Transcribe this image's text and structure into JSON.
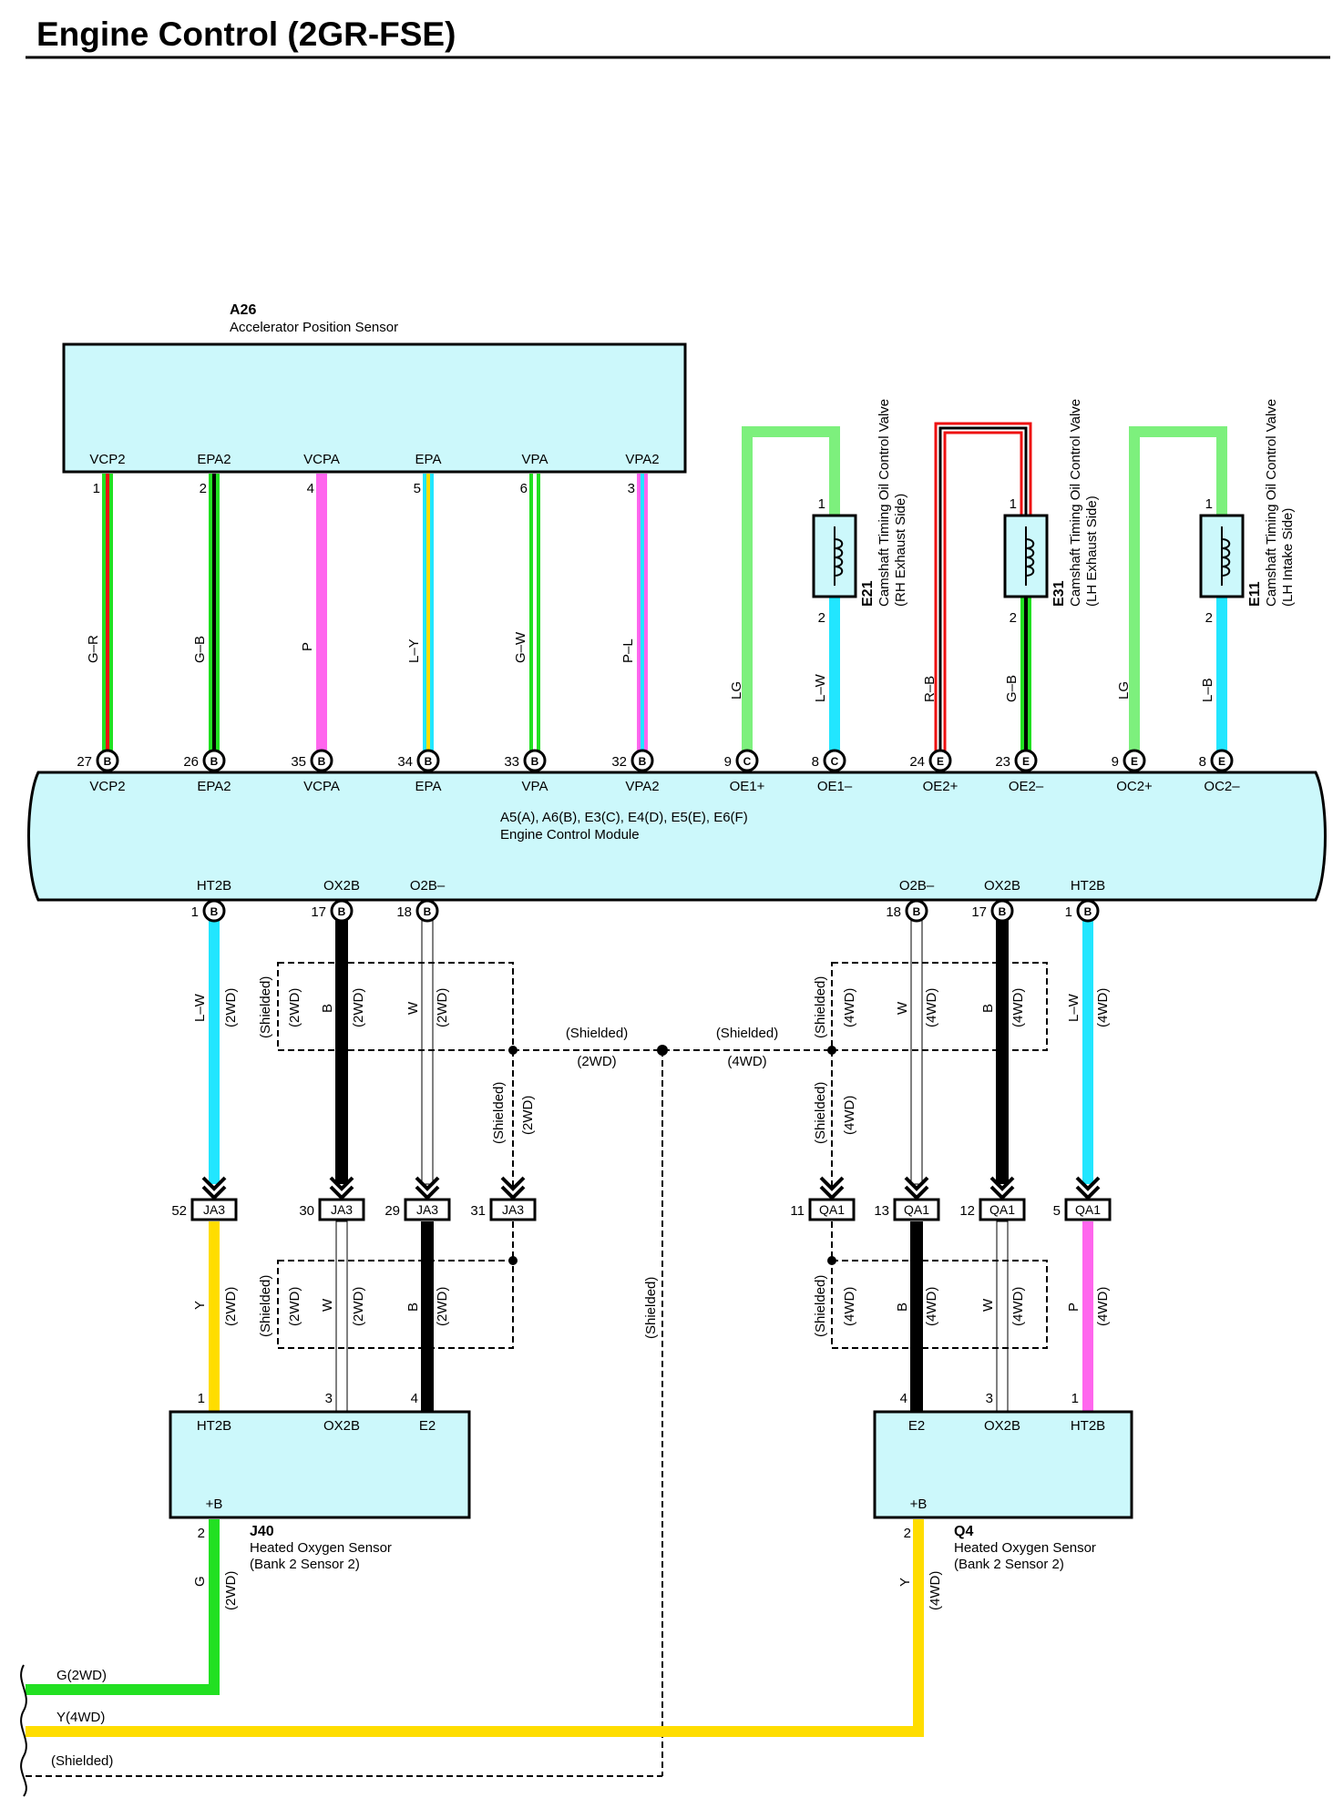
{
  "title": "Engine Control (2GR-FSE)",
  "colors": {
    "green": "#22e022",
    "lightgreen": "#7df07d",
    "red": "#ee1111",
    "black": "#000000",
    "pink": "#ff66ee",
    "cyan": "#22e6ff",
    "yellow": "#ffdd00",
    "box": "#ccf8fb"
  },
  "a26": {
    "code": "A26",
    "name": "Accelerator Position Sensor",
    "pins": [
      {
        "term": "VCP2",
        "no": "1"
      },
      {
        "term": "EPA2",
        "no": "2"
      },
      {
        "term": "VCPA",
        "no": "4"
      },
      {
        "term": "EPA",
        "no": "5"
      },
      {
        "term": "VPA",
        "no": "6"
      },
      {
        "term": "VPA2",
        "no": "3"
      }
    ]
  },
  "valves": [
    {
      "code": "E21",
      "name": "Camshaft Timing Oil Control Valve",
      "side": "(RH Exhaust Side)",
      "pin_top": "1",
      "pin_bottom": "2"
    },
    {
      "code": "E31",
      "name": "Camshaft Timing Oil Control Valve",
      "side": "(LH Exhaust Side)",
      "pin_top": "1",
      "pin_bottom": "2"
    },
    {
      "code": "E11",
      "name": "Camshaft Timing Oil Control Valve",
      "side": "(LH Intake Side)",
      "pin_top": "1",
      "pin_bottom": "2"
    }
  ],
  "top_wires": [
    {
      "color_code": "G–R",
      "pin": "27",
      "conn": "B",
      "term": "VCP2"
    },
    {
      "color_code": "G–B",
      "pin": "26",
      "conn": "B",
      "term": "EPA2"
    },
    {
      "color_code": "P",
      "pin": "35",
      "conn": "B",
      "term": "VCPA"
    },
    {
      "color_code": "L–Y",
      "pin": "34",
      "conn": "B",
      "term": "EPA"
    },
    {
      "color_code": "G–W",
      "pin": "33",
      "conn": "B",
      "term": "VPA"
    },
    {
      "color_code": "P–L",
      "pin": "32",
      "conn": "B",
      "term": "VPA2"
    },
    {
      "color_code": "LG",
      "pin": "9",
      "conn": "C",
      "term": "OE1+"
    },
    {
      "color_code": "L–W",
      "pin": "8",
      "conn": "C",
      "term": "OE1–"
    },
    {
      "color_code": "R–B",
      "pin": "24",
      "conn": "E",
      "term": "OE2+"
    },
    {
      "color_code": "G–B",
      "pin": "23",
      "conn": "E",
      "term": "OE2–"
    },
    {
      "color_code": "LG",
      "pin": "9",
      "conn": "E",
      "term": "OC2+"
    },
    {
      "color_code": "L–B",
      "pin": "8",
      "conn": "E",
      "term": "OC2–"
    }
  ],
  "ecm": {
    "connectors": "A5(A), A6(B), E3(C), E4(D), E5(E), E6(F)",
    "name": "Engine Control Module",
    "bottom_pins": [
      {
        "term": "HT2B",
        "pin": "1",
        "conn": "B"
      },
      {
        "term": "OX2B",
        "pin": "17",
        "conn": "B"
      },
      {
        "term": "O2B–",
        "pin": "18",
        "conn": "B"
      },
      {
        "term": "O2B–",
        "pin": "18",
        "conn": "B"
      },
      {
        "term": "OX2B",
        "pin": "17",
        "conn": "B"
      },
      {
        "term": "HT2B",
        "pin": "1",
        "conn": "B"
      }
    ]
  },
  "mid_labels": {
    "left": {
      "l1": "L–W",
      "l1b": "(2WD)",
      "sh": "(Shielded)",
      "sh2": "(2WD)",
      "b": "B",
      "b2": "(2WD)",
      "w": "W",
      "w2": "(2WD)"
    },
    "right": {
      "sh": "(Shielded)",
      "sh2": "(4WD)",
      "w": "W",
      "w2": "(4WD)",
      "b": "B",
      "b2": "(4WD)",
      "l1": "L–W",
      "l1b": "(4WD)"
    },
    "center_left": "(Shielded)",
    "center_left2": "(2WD)",
    "center_right": "(Shielded)",
    "center_right2": "(4WD)",
    "vshield_left": "(Shielded)",
    "vshield_left2": "(2WD)",
    "vshield_right": "(Shielded)",
    "vshield_right2": "(4WD)",
    "vshield_center": "(Shielded)"
  },
  "junctions_left": [
    {
      "pin": "52",
      "code": "JA3"
    },
    {
      "pin": "30",
      "code": "JA3"
    },
    {
      "pin": "29",
      "code": "JA3"
    },
    {
      "pin": "31",
      "code": "JA3"
    }
  ],
  "junctions_right": [
    {
      "pin": "11",
      "code": "QA1"
    },
    {
      "pin": "13",
      "code": "QA1"
    },
    {
      "pin": "12",
      "code": "QA1"
    },
    {
      "pin": "5",
      "code": "QA1"
    }
  ],
  "lower_labels": {
    "left": {
      "y": "Y",
      "y2": "(2WD)",
      "sh": "(Shielded)",
      "sh2": "(2WD)",
      "w": "W",
      "w2": "(2WD)",
      "b": "B",
      "b2": "(2WD)"
    },
    "right": {
      "sh": "(Shielded)",
      "sh2": "(4WD)",
      "b": "B",
      "b2": "(4WD)",
      "w": "W",
      "w2": "(4WD)",
      "p": "P",
      "p2": "(4WD)"
    }
  },
  "j40": {
    "code": "J40",
    "name": "Heated Oxygen Sensor",
    "pos": "(Bank 2 Sensor 2)",
    "terms": [
      {
        "term": "HT2B",
        "pin": "1"
      },
      {
        "term": "OX2B",
        "pin": "3"
      },
      {
        "term": "E2",
        "pin": "4"
      }
    ],
    "pb": "+B",
    "pb_pin": "2",
    "out_code": "G",
    "out_code2": "(2WD)"
  },
  "q4": {
    "code": "Q4",
    "name": "Heated Oxygen Sensor",
    "pos": "(Bank 2 Sensor 2)",
    "terms": [
      {
        "term": "E2",
        "pin": "4"
      },
      {
        "term": "OX2B",
        "pin": "3"
      },
      {
        "term": "HT2B",
        "pin": "1"
      }
    ],
    "pb": "+B",
    "pb_pin": "2",
    "out_code": "Y",
    "out_code2": "(4WD)"
  },
  "bottom_lines": [
    {
      "label": "G(2WD)"
    },
    {
      "label": "Y(4WD)"
    },
    {
      "label": "(Shielded)"
    }
  ]
}
